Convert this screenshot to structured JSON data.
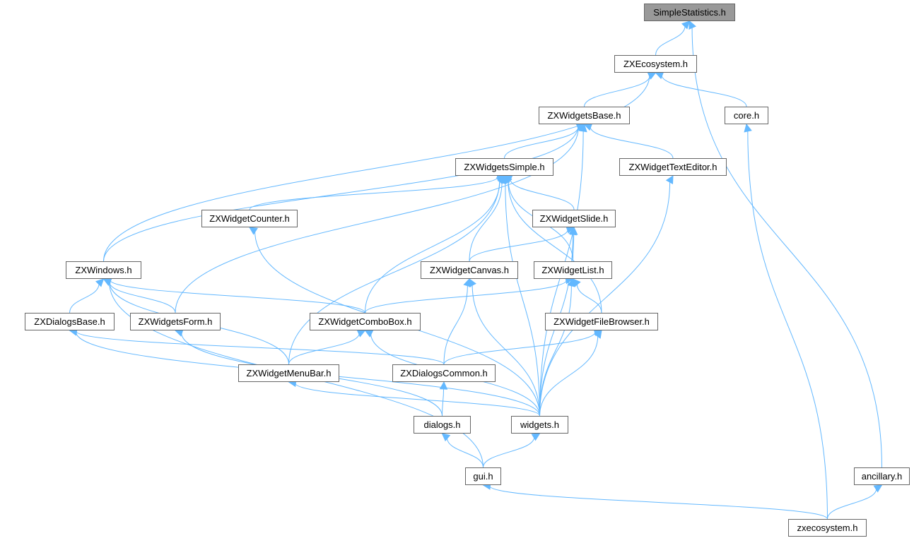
{
  "graph": {
    "nodes": {
      "simplestatistics": "SimpleStatistics.h",
      "zxecosystem_h": "ZXEcosystem.h",
      "core": "core.h",
      "zxwidgetsbase": "ZXWidgetsBase.h",
      "zxwidgetssimple": "ZXWidgetsSimple.h",
      "zxwidgettexteditor": "ZXWidgetTextEditor.h",
      "zxwidgetcounter": "ZXWidgetCounter.h",
      "zxwidgetslide": "ZXWidgetSlide.h",
      "zxwindows": "ZXWindows.h",
      "zxwidgetcanvas": "ZXWidgetCanvas.h",
      "zxwidgetlist": "ZXWidgetList.h",
      "zxdialogsbase": "ZXDialogsBase.h",
      "zxwidgetsform": "ZXWidgetsForm.h",
      "zxwidgetcombobox": "ZXWidgetComboBox.h",
      "zxwidgetfilebrowser": "ZXWidgetFileBrowser.h",
      "zxwidgetmenubar": "ZXWidgetMenuBar.h",
      "zxdialogscommon": "ZXDialogsCommon.h",
      "dialogs": "dialogs.h",
      "widgets": "widgets.h",
      "gui": "gui.h",
      "ancillary": "ancillary.h",
      "zxecosystem_lower": "zxecosystem.h"
    },
    "root": "simplestatistics",
    "edges": [
      [
        "zxecosystem_h",
        "simplestatistics"
      ],
      [
        "ancillary",
        "simplestatistics"
      ],
      [
        "zxwidgetsbase",
        "zxecosystem_h"
      ],
      [
        "core",
        "zxecosystem_h"
      ],
      [
        "zxwindows",
        "zxecosystem_h"
      ],
      [
        "zxwidgetssimple",
        "zxwidgetsbase"
      ],
      [
        "zxwidgettexteditor",
        "zxwidgetsbase"
      ],
      [
        "zxwindows",
        "zxwidgetsbase"
      ],
      [
        "zxwidgetsform",
        "zxwidgetsbase"
      ],
      [
        "widgets",
        "zxwidgetsbase"
      ],
      [
        "zxecosystem_lower",
        "core"
      ],
      [
        "zxwidgetcounter",
        "zxwidgetssimple"
      ],
      [
        "zxwidgetslide",
        "zxwidgetssimple"
      ],
      [
        "zxwidgetcanvas",
        "zxwidgetssimple"
      ],
      [
        "zxwidgetlist",
        "zxwidgetssimple"
      ],
      [
        "zxwidgetcombobox",
        "zxwidgetssimple"
      ],
      [
        "zxwidgetmenubar",
        "zxwidgetssimple"
      ],
      [
        "zxwidgetfilebrowser",
        "zxwidgetssimple"
      ],
      [
        "widgets",
        "zxwidgetssimple"
      ],
      [
        "widgets",
        "zxwidgettexteditor"
      ],
      [
        "widgets",
        "zxwidgetcounter"
      ],
      [
        "zxwidgetcanvas",
        "zxwidgetslide"
      ],
      [
        "zxwidgetlist",
        "zxwidgetslide"
      ],
      [
        "widgets",
        "zxwidgetslide"
      ],
      [
        "zxdialogsbase",
        "zxwindows"
      ],
      [
        "zxwidgetsform",
        "zxwindows"
      ],
      [
        "zxwidgetcombobox",
        "zxwindows"
      ],
      [
        "zxwidgetmenubar",
        "zxwindows"
      ],
      [
        "gui",
        "zxwindows"
      ],
      [
        "zxdialogscommon",
        "zxwidgetcanvas"
      ],
      [
        "widgets",
        "zxwidgetcanvas"
      ],
      [
        "zxwidgetcombobox",
        "zxwidgetlist"
      ],
      [
        "zxwidgetfilebrowser",
        "zxwidgetlist"
      ],
      [
        "widgets",
        "zxwidgetlist"
      ],
      [
        "zxdialogscommon",
        "zxdialogsbase"
      ],
      [
        "widgets",
        "zxdialogsbase"
      ],
      [
        "dialogs",
        "zxwidgetsform"
      ],
      [
        "zxwidgetmenubar",
        "zxwidgetcombobox"
      ],
      [
        "widgets",
        "zxwidgetcombobox"
      ],
      [
        "zxdialogscommon",
        "zxwidgetfilebrowser"
      ],
      [
        "widgets",
        "zxwidgetfilebrowser"
      ],
      [
        "widgets",
        "zxwidgetmenubar"
      ],
      [
        "dialogs",
        "zxdialogscommon"
      ],
      [
        "gui",
        "dialogs"
      ],
      [
        "gui",
        "widgets"
      ],
      [
        "zxecosystem_lower",
        "gui"
      ],
      [
        "zxecosystem_lower",
        "ancillary"
      ]
    ],
    "colors": {
      "edge": "#63b8ff",
      "border": "#666666",
      "root_fill": "#999999"
    }
  }
}
